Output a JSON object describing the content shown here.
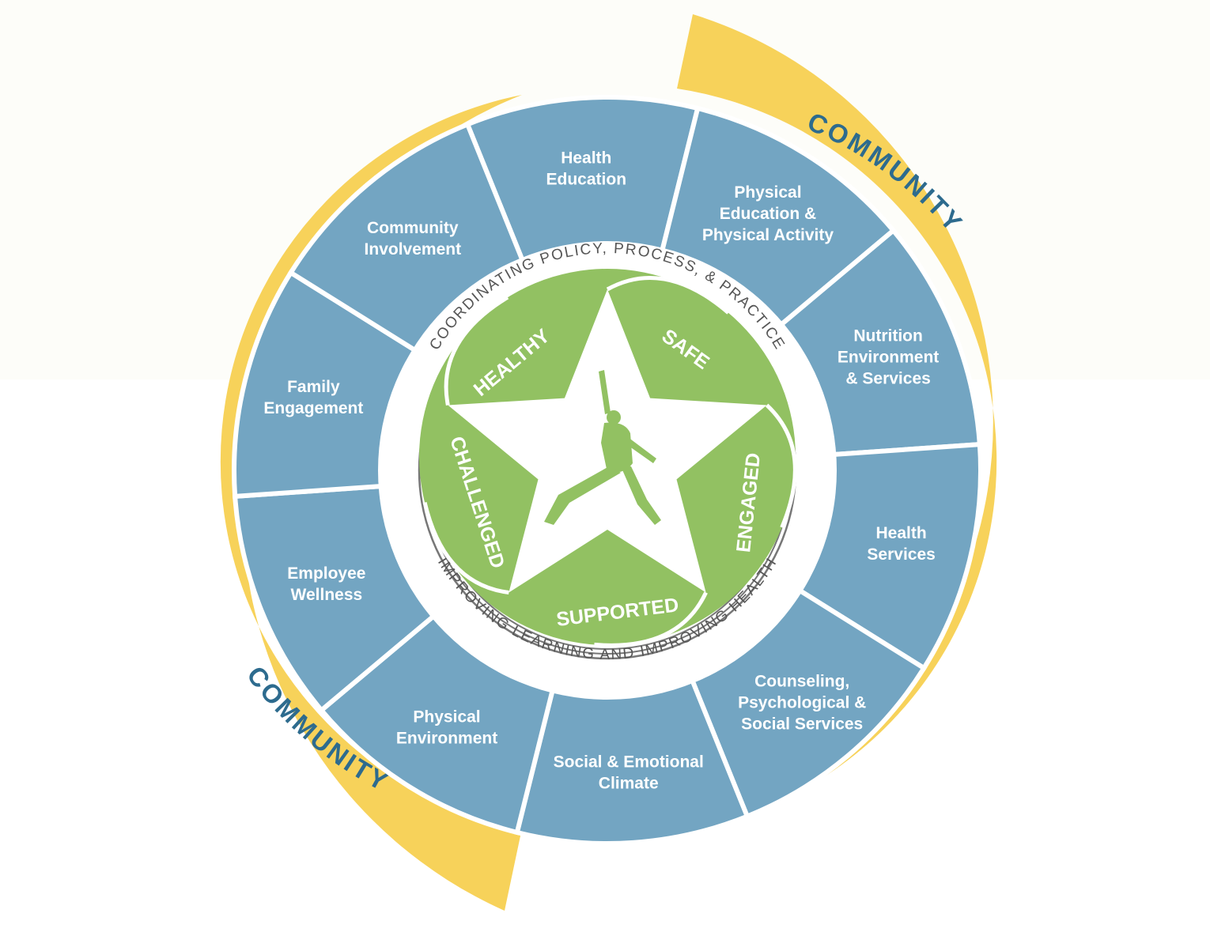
{
  "colors": {
    "background_top": "#fdfdf9",
    "community_arc": "#f7d25a",
    "community_text": "#2d6b8e",
    "segment_fill": "#73a5c2",
    "segment_border": "#ffffff",
    "inner_ring": "#ffffff",
    "ring_line": "#777777",
    "ring_text": "#555555",
    "petal_fill": "#92c162",
    "star_fill": "#ffffff",
    "figure": "#92c162"
  },
  "community": {
    "top_right_label": "COMMUNITY",
    "bottom_left_label": "COMMUNITY"
  },
  "segments": [
    {
      "id": "health-education",
      "lines": [
        "Health",
        "Education"
      ]
    },
    {
      "id": "physical-education",
      "lines": [
        "Physical",
        "Education &",
        "Physical Activity"
      ]
    },
    {
      "id": "nutrition",
      "lines": [
        "Nutrition",
        "Environment",
        "& Services"
      ]
    },
    {
      "id": "health-services",
      "lines": [
        "Health",
        "Services"
      ]
    },
    {
      "id": "counseling",
      "lines": [
        "Counseling,",
        "Psychological &",
        "Social Services"
      ]
    },
    {
      "id": "social-emotional",
      "lines": [
        "Social & Emotional",
        "Climate"
      ]
    },
    {
      "id": "physical-environment",
      "lines": [
        "Physical",
        "Environment"
      ]
    },
    {
      "id": "employee-wellness",
      "lines": [
        "Employee",
        "Wellness"
      ]
    },
    {
      "id": "family-engagement",
      "lines": [
        "Family",
        "Engagement"
      ]
    },
    {
      "id": "community-involvement",
      "lines": [
        "Community",
        "Involvement"
      ]
    }
  ],
  "ring": {
    "top_text": "COORDINATING POLICY, PROCESS, & PRACTICE",
    "bottom_text": "IMPROVING LEARNING AND IMPROVING HEALTH"
  },
  "petals": [
    {
      "id": "healthy",
      "label": "HEALTHY"
    },
    {
      "id": "safe",
      "label": "SAFE"
    },
    {
      "id": "engaged",
      "label": "ENGAGED"
    },
    {
      "id": "supported",
      "label": "SUPPORTED"
    },
    {
      "id": "challenged",
      "label": "CHALLENGED"
    }
  ],
  "center_icon": "jumping-child-silhouette-icon"
}
